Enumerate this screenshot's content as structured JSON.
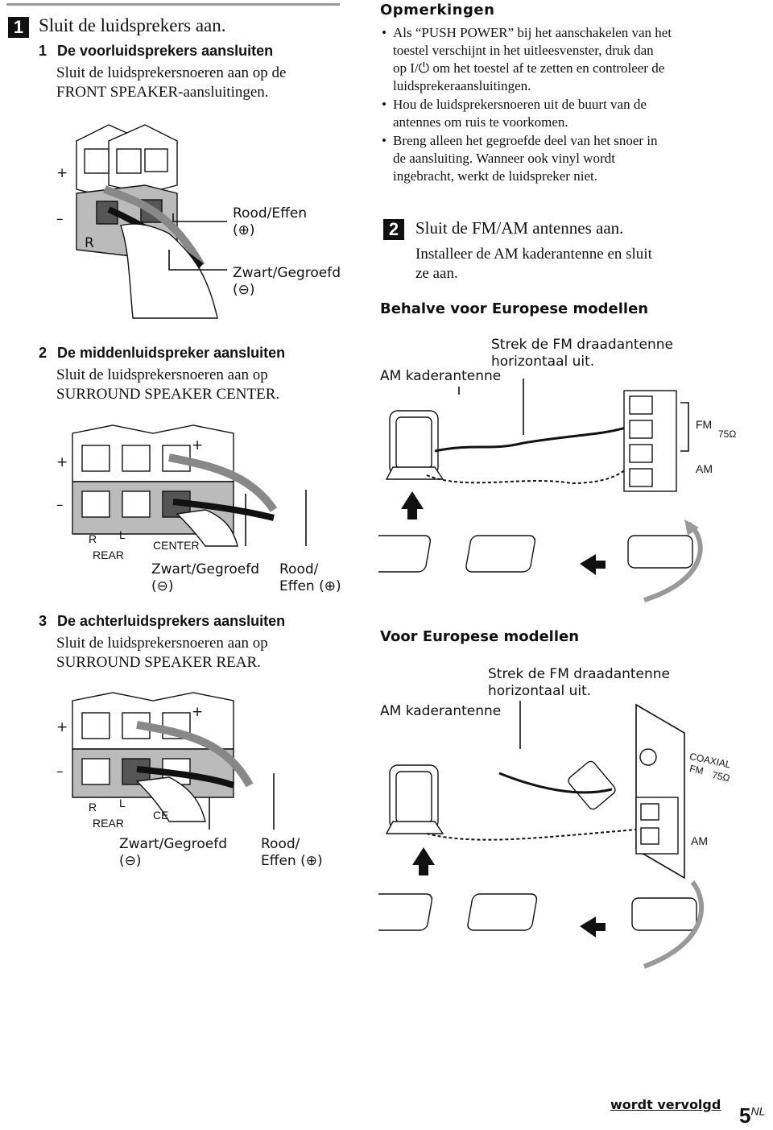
{
  "step1": {
    "num": "1",
    "title": "Sluit de luidsprekers aan.",
    "sub1_num": "1",
    "sub1_title": "De voorluidsprekers aansluiten",
    "sub1_text": [
      "Sluit de luidsprekersnoeren aan op de",
      "FRONT SPEAKER-aansluitingen."
    ],
    "fig1": {
      "plus": "+",
      "minus": "–",
      "r": "R",
      "label_red": "Rood/Effen",
      "label_red_sym": "(⊕)",
      "label_black": "Zwart/Gegroefd",
      "label_black_sym": "(⊖)"
    },
    "sub2_num": "2",
    "sub2_title": "De middenluidspreker aansluiten",
    "sub2_text": [
      "Sluit de luidsprekersnoeren aan op",
      "SURROUND SPEAKER CENTER."
    ],
    "fig2": {
      "plus": "+",
      "minus": "–",
      "plus_top": "+",
      "r": "R",
      "l": "L",
      "rear": "REAR",
      "center": "CENTER",
      "label_black": "Zwart/Gegroefd",
      "label_black_sym": "(⊖)",
      "label_red": "Rood/",
      "label_red2": "Effen (⊕)"
    },
    "sub3_num": "3",
    "sub3_title": "De achterluidsprekers aansluiten",
    "sub3_text": [
      "Sluit de luidsprekersnoeren aan op",
      "SURROUND SPEAKER REAR."
    ],
    "fig3": {
      "plus": "+",
      "minus": "–",
      "plus_top": "+",
      "r": "R",
      "l": "L",
      "rear": "REAR",
      "center": "CE",
      "label_black": "Zwart/Gegroefd",
      "label_black_sym": "(⊖)",
      "label_red": "Rood/",
      "label_red2": "Effen (⊕)"
    }
  },
  "notes": {
    "title": "Opmerkingen",
    "items": [
      [
        "Als “PUSH POWER” bij het aanschakelen van het",
        "toestel verschijnt in het uitleesvenster, druk dan",
        "op I/⏻ om het toestel af te zetten en controleer de",
        "luidsprekeraansluitingen."
      ],
      [
        "Hou de luidsprekersnoeren uit de buurt van de",
        "antennes om ruis te voorkomen."
      ],
      [
        "Breng alleen het gegroefde deel van het snoer in",
        "de aansluiting. Wanneer ook vinyl wordt",
        "ingebracht, werkt de luidspreker niet."
      ]
    ]
  },
  "step2": {
    "num": "2",
    "title": "Sluit de FM/AM antennes aan.",
    "text": [
      "Installeer de AM kaderantenne en sluit",
      "ze aan."
    ],
    "sec1_title": "Behalve voor Europese modellen",
    "sec1_fm_label": [
      "Strek de FM draadantenne",
      "horizontaal uit."
    ],
    "sec1_am_label": "AM kaderantenne",
    "sec1_fm": "FM",
    "sec1_ohm": "75Ω",
    "sec1_am": "AM",
    "sec2_title": "Voor Europese modellen",
    "sec2_fm_label": [
      "Strek de FM draadantenne",
      "horizontaal uit."
    ],
    "sec2_am_label": "AM kaderantenne",
    "sec2_coax": "COAXIAL",
    "sec2_fm": "FM",
    "sec2_ohm": "75Ω",
    "sec2_am": "AM"
  },
  "footer": {
    "continued": "wordt vervolgd",
    "page": "5",
    "lang": "NL"
  }
}
